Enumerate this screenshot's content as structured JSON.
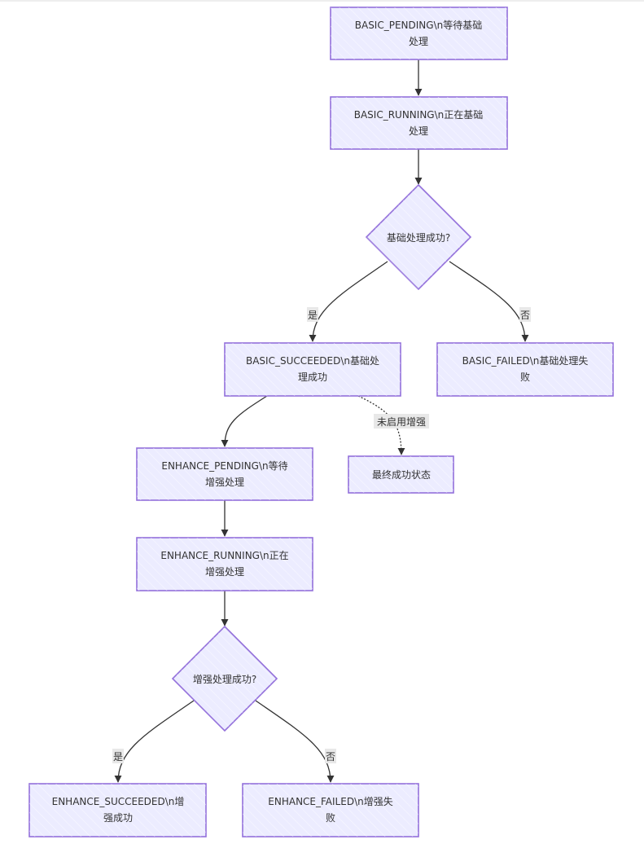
{
  "nodes": {
    "basic_pending": [
      "BASIC_PENDING\\n等待基础",
      "处理"
    ],
    "basic_running": [
      "BASIC_RUNNING\\n正在基础",
      "处理"
    ],
    "basic_decision": "基础处理成功?",
    "basic_succeeded": [
      "BASIC_SUCCEEDED\\n基础处",
      "理成功"
    ],
    "basic_failed": [
      "BASIC_FAILED\\n基础处理失",
      "败"
    ],
    "enhance_pending": [
      "ENHANCE_PENDING\\n等待",
      "增强处理"
    ],
    "final_success": "最终成功状态",
    "enhance_running": [
      "ENHANCE_RUNNING\\n正在",
      "增强处理"
    ],
    "enhance_decision": "增强处理成功?",
    "enhance_succeeded": [
      "ENHANCE_SUCCEEDED\\n增",
      "强成功"
    ],
    "enhance_failed": [
      "ENHANCE_FAILED\\n增强失",
      "败"
    ]
  },
  "edge_labels": {
    "basic_yes": "是",
    "basic_no": "否",
    "enhance_disabled": "未启用增强",
    "enhance_yes": "是",
    "enhance_no": "否"
  },
  "colors": {
    "node_fill": "#ECECFF",
    "node_stroke": "#9370DB",
    "edge": "#333333"
  }
}
